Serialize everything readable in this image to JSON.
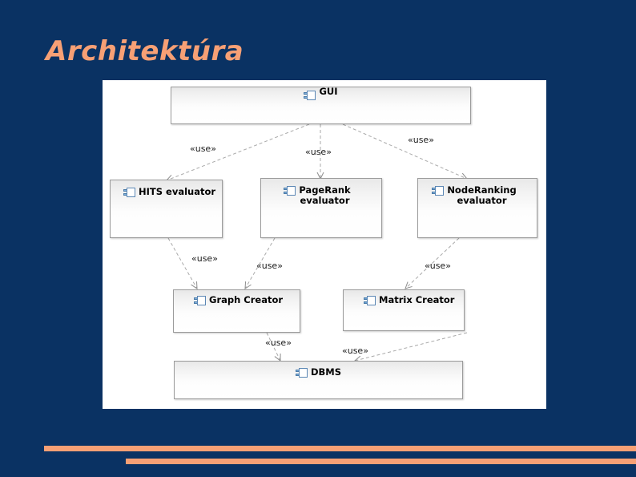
{
  "slide": {
    "title": "Architektúra",
    "background_color": "#0a3263",
    "accent_color": "#f7a075"
  },
  "diagram": {
    "type": "uml-component-diagram",
    "canvas_color": "#ffffff",
    "components": [
      {
        "id": "gui",
        "label": "GUI",
        "icon": "component-icon"
      },
      {
        "id": "hits",
        "label": "HITS evaluator",
        "icon": "component-icon"
      },
      {
        "id": "pagerank",
        "label": "PageRank\nevaluator",
        "icon": "component-icon"
      },
      {
        "id": "noderanking",
        "label": "NodeRanking\nevaluator",
        "icon": "component-icon"
      },
      {
        "id": "graph-creator",
        "label": "Graph Creator",
        "icon": "component-icon"
      },
      {
        "id": "matrix-creator",
        "label": "Matrix Creator",
        "icon": "component-icon"
      },
      {
        "id": "dbms",
        "label": "DBMS",
        "icon": "component-icon"
      }
    ],
    "dependencies": [
      {
        "from": "gui",
        "to": "hits",
        "label": "«use»"
      },
      {
        "from": "gui",
        "to": "pagerank",
        "label": "«use»"
      },
      {
        "from": "gui",
        "to": "noderanking",
        "label": "«use»"
      },
      {
        "from": "hits",
        "to": "graph-creator",
        "label": "«use»"
      },
      {
        "from": "pagerank",
        "to": "graph-creator",
        "label": "«use»"
      },
      {
        "from": "noderanking",
        "to": "matrix-creator",
        "label": "«use»"
      },
      {
        "from": "graph-creator",
        "to": "dbms",
        "label": "«use»"
      },
      {
        "from": "matrix-creator",
        "to": "dbms",
        "label": "«use»"
      }
    ],
    "use_labels": [
      {
        "id": "use-1",
        "text": "«use»"
      },
      {
        "id": "use-2",
        "text": "«use»"
      },
      {
        "id": "use-3",
        "text": "«use»"
      },
      {
        "id": "use-4",
        "text": "«use»"
      },
      {
        "id": "use-5",
        "text": "«use»"
      },
      {
        "id": "use-6",
        "text": "«use»"
      },
      {
        "id": "use-7",
        "text": "«use»"
      },
      {
        "id": "use-8",
        "text": "«use»"
      }
    ]
  }
}
